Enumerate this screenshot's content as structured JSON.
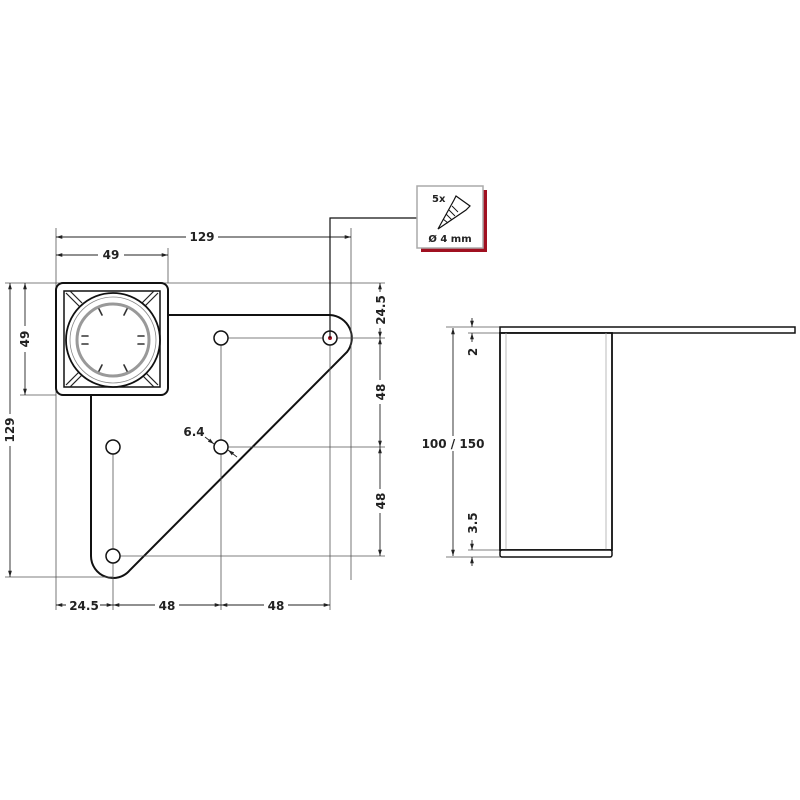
{
  "dimensions": {
    "overall_width": "129",
    "square_width": "49",
    "square_height": "49",
    "overall_height": "129",
    "bottom_offset": "24.5",
    "bottom_spacing_1": "48",
    "bottom_spacing_2": "48",
    "right_offset": "24.5",
    "right_spacing_1": "48",
    "right_spacing_2": "48",
    "hole_diameter": "6.4",
    "plate_thickness": "2",
    "leg_height": "100 / 150",
    "foot_thickness": "3.5"
  },
  "screw_box": {
    "quantity": "5x",
    "diameter": "Ø 4 mm",
    "accent_color": "#a01020"
  }
}
